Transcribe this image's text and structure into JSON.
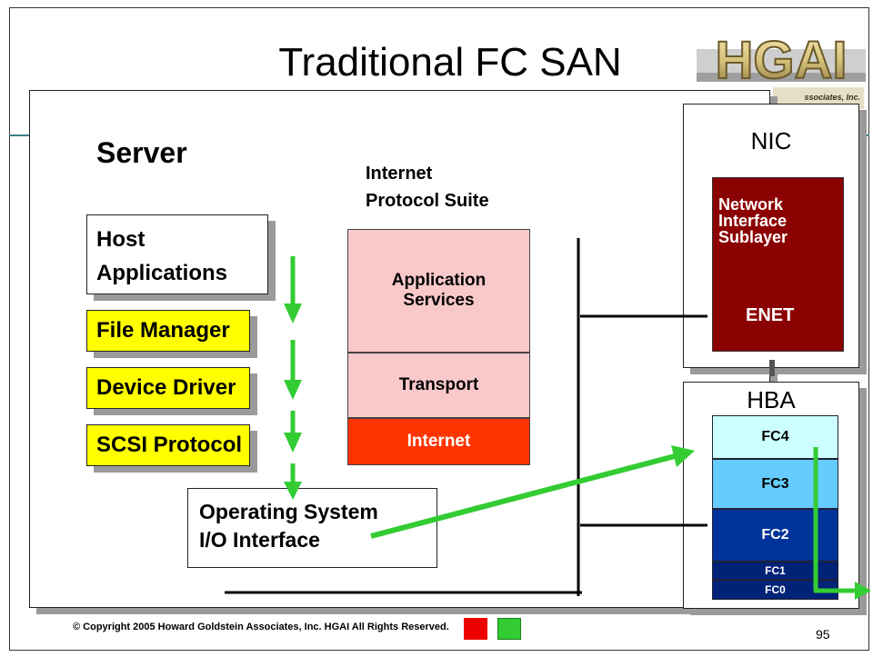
{
  "slide": {
    "title": "Traditional FC SAN",
    "logo_text": "HGAI",
    "logo_subtext": "ssociates, Inc.",
    "server_label": "Server",
    "ips_label": "Internet\nProtocol Suite"
  },
  "server_stack": [
    {
      "label": "Host\nApplications"
    },
    {
      "label": "File Manager"
    },
    {
      "label": "Device Driver"
    },
    {
      "label": "SCSI Protocol"
    }
  ],
  "os_interface": "Operating System\nI/O Interface",
  "ip_suite": [
    {
      "label": "Application\nServices"
    },
    {
      "label": "Transport"
    },
    {
      "label": "Internet"
    }
  ],
  "nic": {
    "title": "NIC",
    "sublayer": "Network\nInterface\nSublayer",
    "enet": "ENET"
  },
  "hba": {
    "title": "HBA",
    "layers": [
      "FC4",
      "FC3",
      "FC2",
      "FC1",
      "FC0"
    ]
  },
  "colors": {
    "highlight_yellow": "#ffff00",
    "arrow_green": "#33cc33",
    "nic_red": "#8b0000",
    "internet_red": "#ff3300",
    "fc4": "#ccffff",
    "fc3": "#66ccff",
    "fc2": "#003399",
    "fc1": "#002277",
    "fc0": "#002277"
  },
  "footer": {
    "copyright": "© Copyright 2005 Howard Goldstein Associates, Inc. HGAI All Rights Reserved.",
    "page_number": "95"
  }
}
